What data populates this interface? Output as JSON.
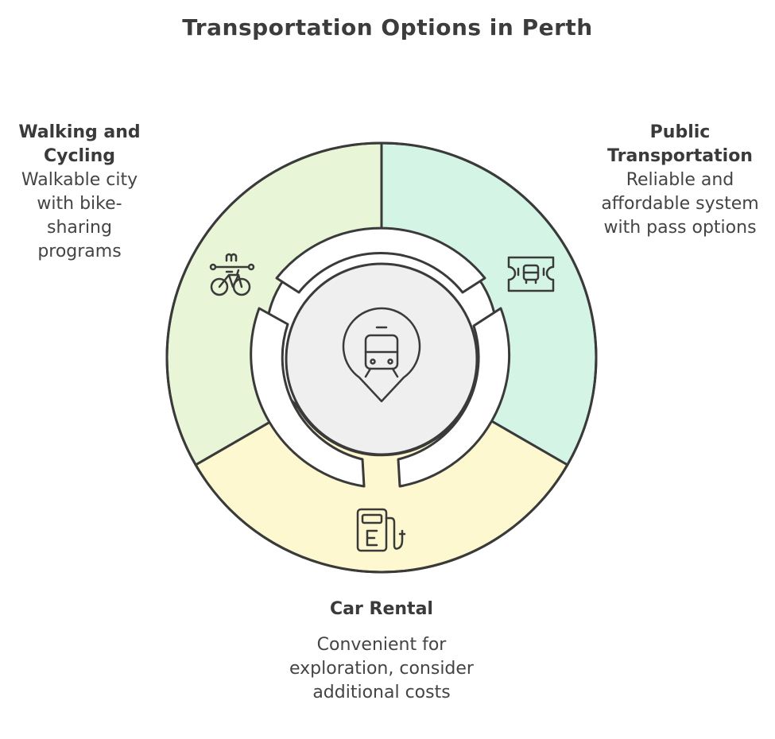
{
  "title": "Transportation Options in Perth",
  "segments": [
    {
      "id": "walking",
      "heading": "Walking and Cycling",
      "description": "Walkable city with bike-sharing programs",
      "icon": "bicycle-icon",
      "color": "#e8f5d6"
    },
    {
      "id": "public",
      "heading": "Public Transportation",
      "description": "Reliable and affordable system with pass options",
      "icon": "bus-ticket-icon",
      "color": "#d4f5e6"
    },
    {
      "id": "car",
      "heading": "Car Rental",
      "description": "Convenient for exploration, consider additional costs",
      "icon": "fuel-pump-icon",
      "color": "#fdf8cf"
    }
  ],
  "center": {
    "icon": "train-location-pin-icon",
    "color": "#efefef"
  }
}
